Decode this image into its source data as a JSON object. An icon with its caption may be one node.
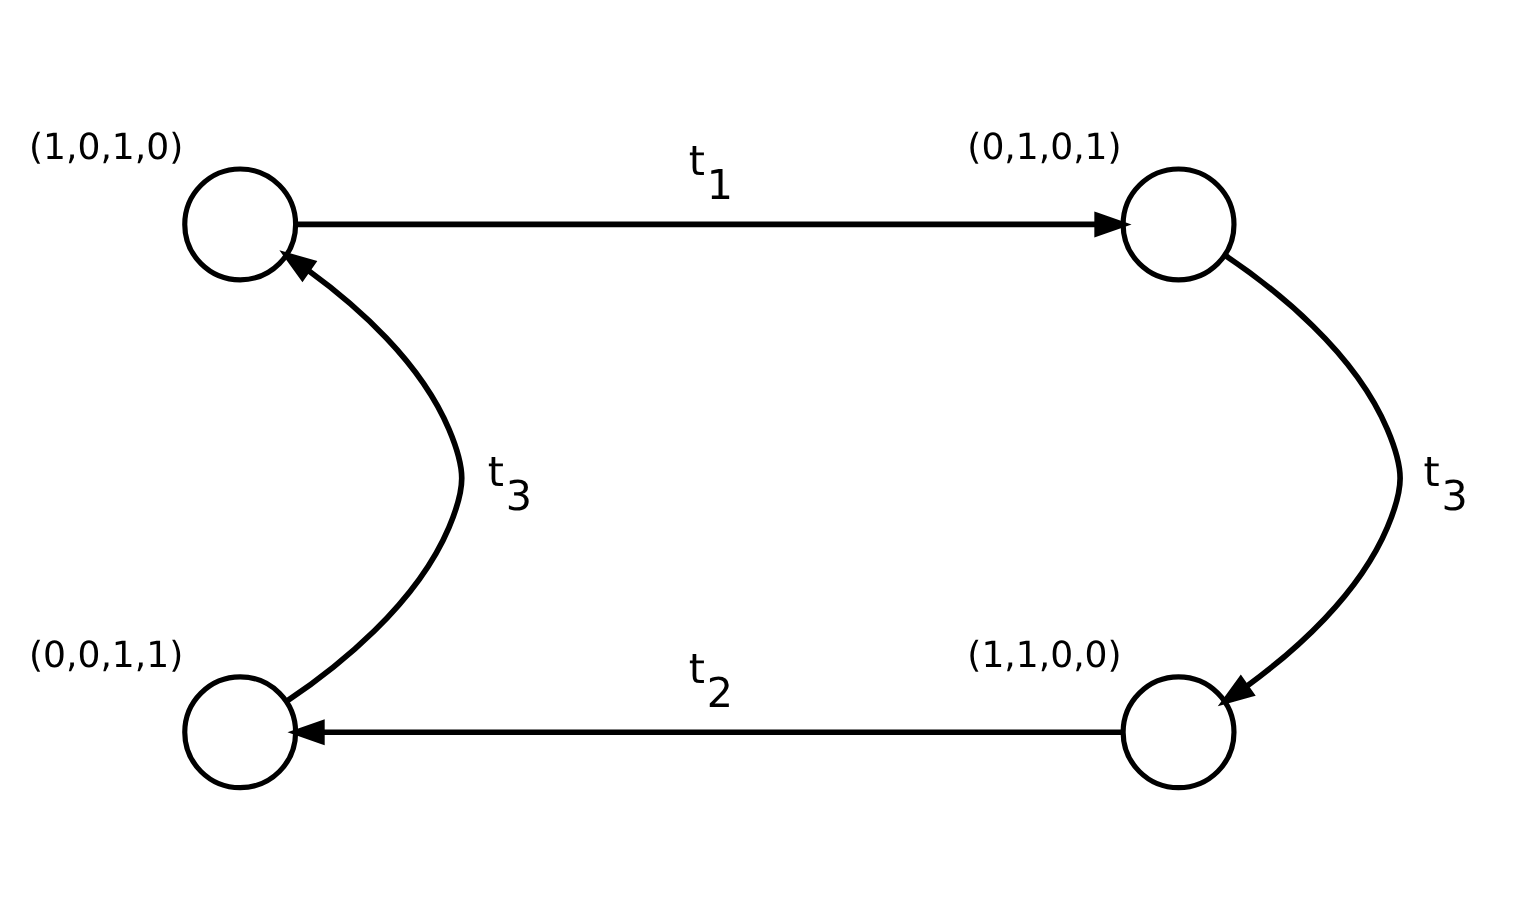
{
  "diagram": {
    "nodes": [
      {
        "text": [],
        "shape": "circle",
        "beside": [
          "(1,0,1,0)"
        ]
      },
      {
        "text": [],
        "shape": "circle",
        "beside": [
          "(0,1,0,1)"
        ]
      },
      {
        "text": [],
        "shape": "circle",
        "beside": [
          "(0,0,1,1)"
        ]
      },
      {
        "text": [],
        "shape": "circle",
        "beside": [
          "(1,1,0,0)"
        ]
      }
    ],
    "edges": [
      {
        "from": 0,
        "to": 1,
        "arrow": "to",
        "label": "t$_{1}$"
      },
      {
        "from": 1,
        "to": 3,
        "arrow": "to",
        "label": "t$_{3}$"
      },
      {
        "from": 3,
        "to": 2,
        "arrow": "to",
        "label": "t$_{2}$"
      },
      {
        "from": 2,
        "to": 0,
        "arrow": "to",
        "label": "t$_{3}$"
      }
    ]
  }
}
